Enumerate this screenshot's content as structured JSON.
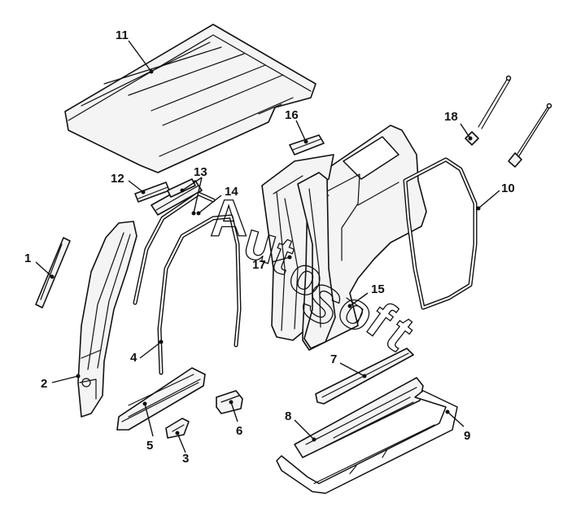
{
  "callouts": [
    "1",
    "2",
    "3",
    "4",
    "5",
    "6",
    "7",
    "8",
    "9",
    "10",
    "11",
    "12",
    "13",
    "14",
    "15",
    "16",
    "17",
    "18"
  ],
  "watermark": {
    "letters": [
      "A",
      "u",
      "t",
      "o",
      "S",
      "o",
      "f",
      "t"
    ]
  }
}
